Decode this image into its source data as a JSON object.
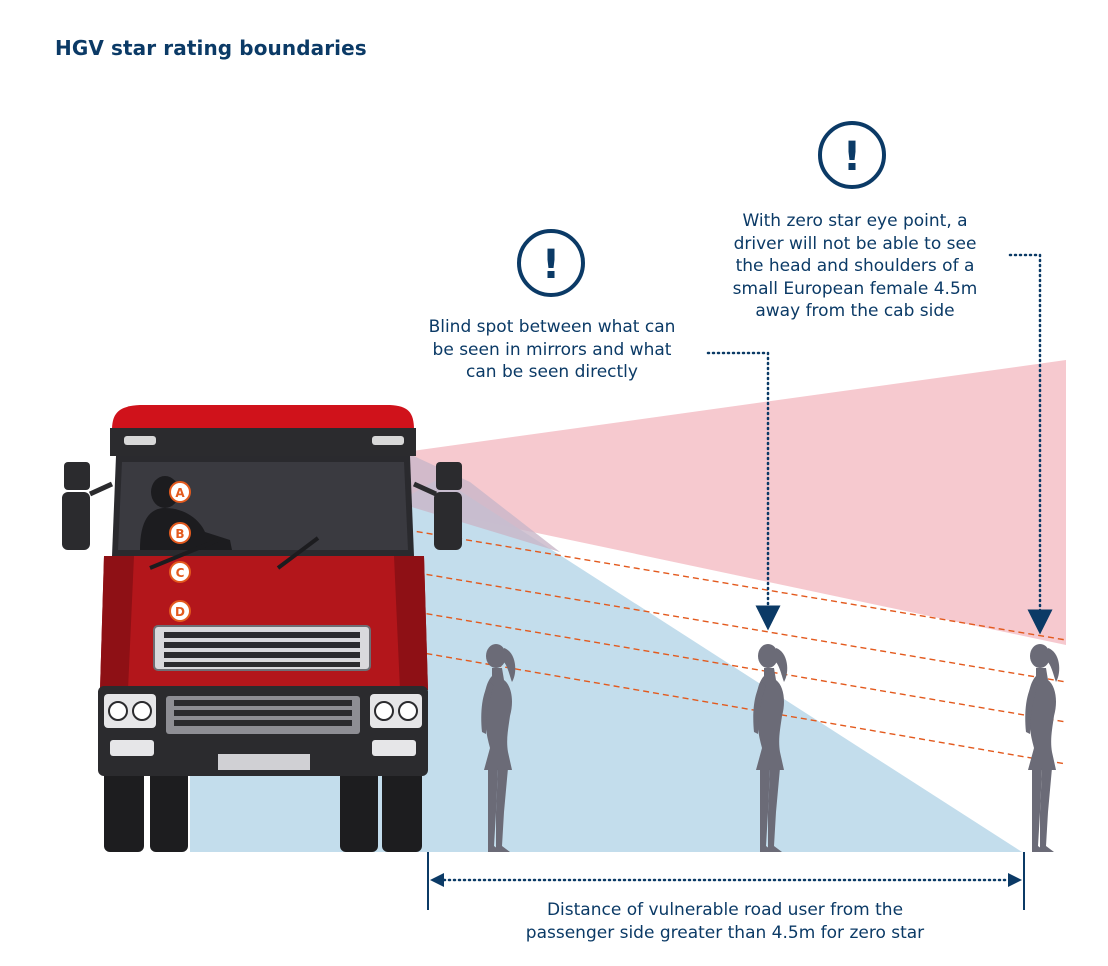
{
  "title": "HGV star rating boundaries",
  "callouts": {
    "blind_spot_lines": [
      "Blind spot between what can",
      "be seen in mirrors and what",
      "can be seen directly"
    ],
    "zero_star_lines": [
      "With zero star eye point, a",
      "driver will not be able to see",
      "the head and shoulders of a",
      "small European female 4.5m",
      "away from the cab side"
    ],
    "distance_lines": [
      "Distance of vulnerable road user from the",
      "passenger side greater than 4.5m for zero star"
    ]
  },
  "eye_points": [
    "A",
    "B",
    "C",
    "D"
  ],
  "icons": {
    "warning": "!"
  },
  "colors": {
    "navy": "#0b3a66",
    "truck_red": "#b3161b",
    "visibility_blue": "#bcd9ea",
    "blind_spot_pink": "#f6c9cf",
    "eye_point_orange": "#e35a1e",
    "pedestrian_grey": "#6b6b77"
  }
}
